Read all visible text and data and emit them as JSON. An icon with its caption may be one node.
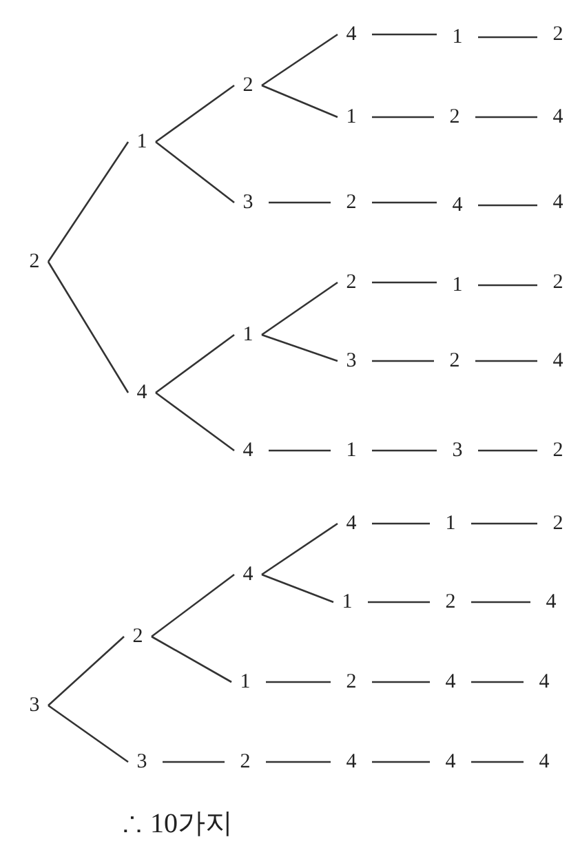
{
  "diagram": {
    "caption": "∴ 10가지",
    "nodes": [
      {
        "text": [
          "2"
        ]
      },
      {
        "text": [
          "1"
        ]
      },
      {
        "text": [
          "2"
        ]
      },
      {
        "text": [
          "4"
        ]
      },
      {
        "text": [
          "1"
        ]
      },
      {
        "text": [
          "2"
        ]
      },
      {
        "text": [
          "1"
        ]
      },
      {
        "text": [
          "2"
        ]
      },
      {
        "text": [
          "4"
        ]
      },
      {
        "text": [
          "3"
        ]
      },
      {
        "text": [
          "2"
        ]
      },
      {
        "text": [
          "4"
        ]
      },
      {
        "text": [
          "4"
        ]
      },
      {
        "text": [
          "4"
        ]
      },
      {
        "text": [
          "1"
        ]
      },
      {
        "text": [
          "2"
        ]
      },
      {
        "text": [
          "1"
        ]
      },
      {
        "text": [
          "2"
        ]
      },
      {
        "text": [
          "3"
        ]
      },
      {
        "text": [
          "2"
        ]
      },
      {
        "text": [
          "4"
        ]
      },
      {
        "text": [
          "4"
        ]
      },
      {
        "text": [
          "1"
        ]
      },
      {
        "text": [
          "3"
        ]
      },
      {
        "text": [
          "2"
        ]
      },
      {
        "text": [
          "3"
        ]
      },
      {
        "text": [
          "2"
        ]
      },
      {
        "text": [
          "4"
        ]
      },
      {
        "text": [
          "4"
        ]
      },
      {
        "text": [
          "1"
        ]
      },
      {
        "text": [
          "2"
        ]
      },
      {
        "text": [
          "1"
        ]
      },
      {
        "text": [
          "2"
        ]
      },
      {
        "text": [
          "4"
        ]
      },
      {
        "text": [
          "1"
        ]
      },
      {
        "text": [
          "2"
        ]
      },
      {
        "text": [
          "4"
        ]
      },
      {
        "text": [
          "4"
        ]
      },
      {
        "text": [
          "3"
        ]
      },
      {
        "text": [
          "2"
        ]
      },
      {
        "text": [
          "4"
        ]
      },
      {
        "text": [
          "4"
        ]
      },
      {
        "text": [
          "4"
        ]
      }
    ],
    "edges": [
      {
        "from": 0,
        "to": 1,
        "arrow": "none"
      },
      {
        "from": 1,
        "to": 2,
        "arrow": "none"
      },
      {
        "from": 2,
        "to": 3,
        "arrow": "none"
      },
      {
        "from": 3,
        "to": 4,
        "arrow": "none"
      },
      {
        "from": 4,
        "to": 5,
        "arrow": "none"
      },
      {
        "from": 2,
        "to": 6,
        "arrow": "none"
      },
      {
        "from": 6,
        "to": 7,
        "arrow": "none"
      },
      {
        "from": 7,
        "to": 8,
        "arrow": "none"
      },
      {
        "from": 1,
        "to": 9,
        "arrow": "none"
      },
      {
        "from": 9,
        "to": 10,
        "arrow": "none"
      },
      {
        "from": 10,
        "to": 11,
        "arrow": "none"
      },
      {
        "from": 11,
        "to": 12,
        "arrow": "none"
      },
      {
        "from": 0,
        "to": 13,
        "arrow": "none"
      },
      {
        "from": 13,
        "to": 14,
        "arrow": "none"
      },
      {
        "from": 14,
        "to": 15,
        "arrow": "none"
      },
      {
        "from": 15,
        "to": 16,
        "arrow": "none"
      },
      {
        "from": 16,
        "to": 17,
        "arrow": "none"
      },
      {
        "from": 14,
        "to": 18,
        "arrow": "none"
      },
      {
        "from": 18,
        "to": 19,
        "arrow": "none"
      },
      {
        "from": 19,
        "to": 20,
        "arrow": "none"
      },
      {
        "from": 13,
        "to": 21,
        "arrow": "none"
      },
      {
        "from": 21,
        "to": 22,
        "arrow": "none"
      },
      {
        "from": 22,
        "to": 23,
        "arrow": "none"
      },
      {
        "from": 23,
        "to": 24,
        "arrow": "none"
      },
      {
        "from": 25,
        "to": 26,
        "arrow": "none"
      },
      {
        "from": 26,
        "to": 27,
        "arrow": "none"
      },
      {
        "from": 27,
        "to": 28,
        "arrow": "none"
      },
      {
        "from": 28,
        "to": 29,
        "arrow": "none"
      },
      {
        "from": 29,
        "to": 30,
        "arrow": "none"
      },
      {
        "from": 27,
        "to": 31,
        "arrow": "none"
      },
      {
        "from": 31,
        "to": 32,
        "arrow": "none"
      },
      {
        "from": 32,
        "to": 33,
        "arrow": "none"
      },
      {
        "from": 26,
        "to": 34,
        "arrow": "none"
      },
      {
        "from": 34,
        "to": 35,
        "arrow": "none"
      },
      {
        "from": 35,
        "to": 36,
        "arrow": "none"
      },
      {
        "from": 36,
        "to": 37,
        "arrow": "none"
      },
      {
        "from": 25,
        "to": 38,
        "arrow": "none"
      },
      {
        "from": 38,
        "to": 39,
        "arrow": "none"
      },
      {
        "from": 39,
        "to": 40,
        "arrow": "none"
      },
      {
        "from": 40,
        "to": 41,
        "arrow": "none"
      },
      {
        "from": 41,
        "to": 42,
        "arrow": "none"
      }
    ]
  }
}
